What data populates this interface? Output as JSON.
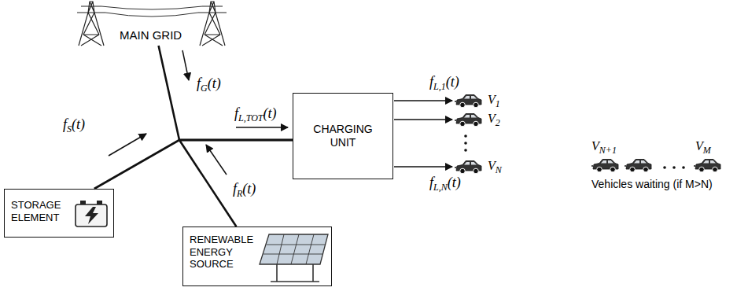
{
  "diagram": {
    "nodes": [
      {
        "text": [
          "MAIN GRID"
        ]
      },
      {
        "text": [
          "CHARGING UNIT"
        ]
      },
      {
        "text": [
          "STORAGE ELEMENT"
        ]
      },
      {
        "text": [
          "RENEWABLE ENERGY SOURCE"
        ]
      }
    ],
    "edges": [
      {
        "from": 0,
        "to": 1,
        "arrow": "none"
      },
      {
        "from": 2,
        "to": 1,
        "arrow": "none"
      },
      {
        "from": 3,
        "to": 1,
        "arrow": "none"
      }
    ],
    "labels": [
      "fG(t)",
      "fS(t)",
      "fL,TOT(t)",
      "fL,1(t)",
      "V1",
      "V2",
      "VN",
      "VN+1",
      "VM",
      "fR(t)",
      "fL,N(t)",
      "Vehicles waiting (if M>N)"
    ]
  }
}
